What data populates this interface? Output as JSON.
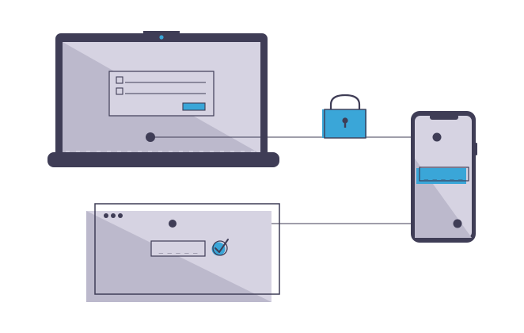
{
  "palette": {
    "outline": "#3f3d56",
    "screen_light": "#d6d3e2",
    "screen_dark": "#bcb9cc",
    "accent": "#3aa6d8",
    "accent_dark": "#2b86b5",
    "background": "#ffffff"
  },
  "laptop": {
    "login_form": {
      "checkboxes": 2,
      "text_fields": 2,
      "submit_button": 1
    }
  },
  "phone": {
    "input_placeholder": "_ _ _ _ _"
  },
  "browser_window": {
    "window_dots": 3,
    "input_placeholder": "_ _ _ _ _",
    "status_icon": "check-circle-icon"
  },
  "lock_icon": "padlock-icon",
  "connections": [
    {
      "from": "laptop",
      "to": "phone"
    },
    {
      "from": "browser-window",
      "to": "phone"
    }
  ]
}
